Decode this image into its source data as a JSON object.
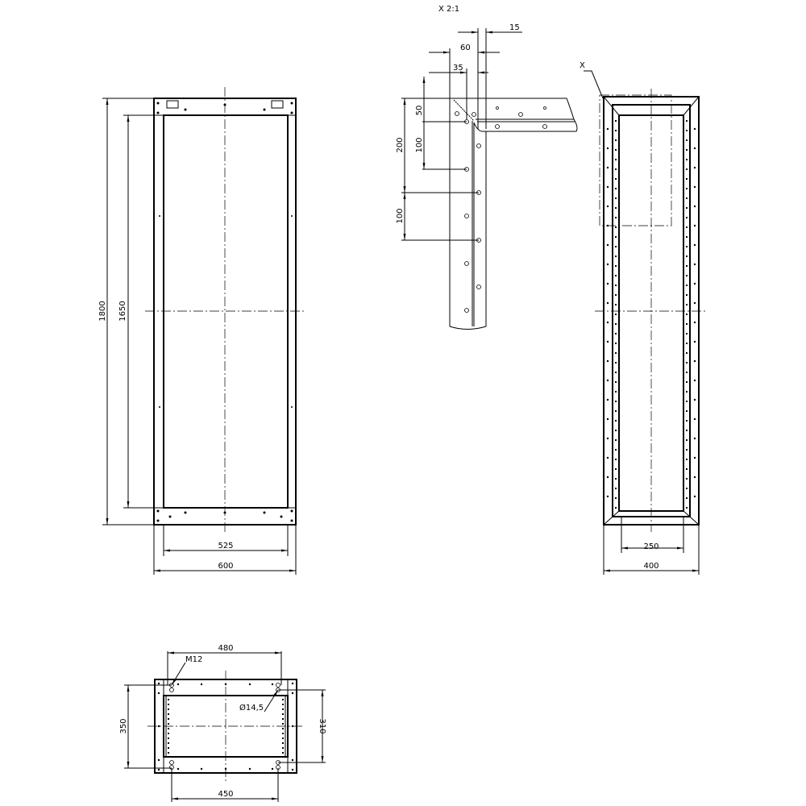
{
  "front_view": {
    "dims": {
      "height_total": "1800",
      "height_inner": "1650",
      "width_inner": "525",
      "width_total": "600"
    }
  },
  "side_view": {
    "detail_marker": "X",
    "dims": {
      "width_inner": "250",
      "width_total": "400"
    }
  },
  "detail_view": {
    "title": "X 2:1",
    "dims": {
      "d15": "15",
      "d60": "60",
      "d35": "35",
      "d50": "50",
      "d100a": "100",
      "d200": "200",
      "d100b": "100"
    }
  },
  "bottom_view": {
    "dims": {
      "top": "480",
      "left": "350",
      "right": "310",
      "bottom": "450"
    },
    "labels": {
      "thread": "M12",
      "hole": "Ø14,5"
    }
  }
}
